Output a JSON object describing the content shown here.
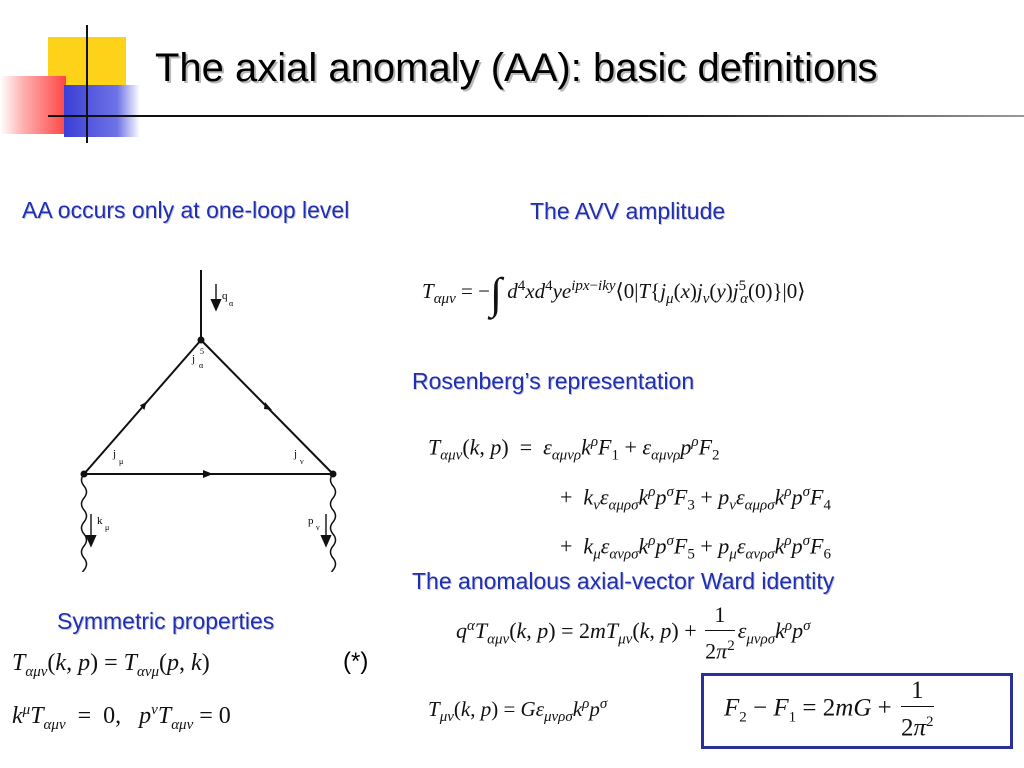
{
  "slide": {
    "title": "The axial anomaly (AA): basic definitions",
    "colors": {
      "heading": "#1f2fb5",
      "box_border": "#2b2f9a",
      "deco_yellow": "#ffd21a",
      "deco_blue": "#3a3fd6",
      "deco_red": "#ff5a5a"
    }
  },
  "left": {
    "heading": "AA occurs only at one-loop level",
    "diagram": {
      "labels": {
        "q": "q",
        "q_sub": "α",
        "j_top": "j",
        "j_top_sup": "5",
        "j_top_sub": "α",
        "j_left": "j",
        "j_left_sub": "μ",
        "j_right": "j",
        "j_right_sub": "ν",
        "k": "k",
        "k_sub": "μ",
        "p": "p",
        "p_sub": "ν"
      }
    },
    "symmetric_heading": "Symmetric properties",
    "symmetric_eq1": "T_{αμν}(k, p) = T_{ανμ}(p, k)",
    "star": "(*)",
    "symmetric_eq2": "k^μ T_{αμν} = 0, p^ν T_{αμν} = 0"
  },
  "right": {
    "avv_heading": "The AVV amplitude",
    "avv_eq": "T_{αμν} = − ∫ d^4x d^4y e^{ipx−iky} ⟨0|T{j_μ(x) j_ν(y) j^5_α(0)}|0⟩",
    "rosenberg_heading": "Rosenberg’s representation",
    "rosenberg_eq": [
      "T_{αμν}(k, p) = ε_{αμνρ} k^ρ F_1 + ε_{αμνρ} p^ρ F_2",
      "+ k_ν ε_{αμρσ} k^ρ p^σ F_3 + p_ν ε_{αμρσ} k^ρ p^σ F_4",
      "+ k_μ ε_{ανρσ} k^ρ p^σ F_5 + p_μ ε_{ανρσ} k^ρ p^σ F_6"
    ],
    "ward_heading": "The anomalous axial-vector Ward identity",
    "ward_eq": "q^α T_{αμν}(k, p) = 2m T_{μν}(k, p) + 1/(2π^2) ε_{μνρσ} k^ρ p^σ",
    "tmunu_eq": "T_{μν}(k, p) = G ε_{μνρσ} k^ρ p^σ",
    "boxed_eq": "F_2 − F_1 = 2mG + 1/(2π^2)"
  }
}
